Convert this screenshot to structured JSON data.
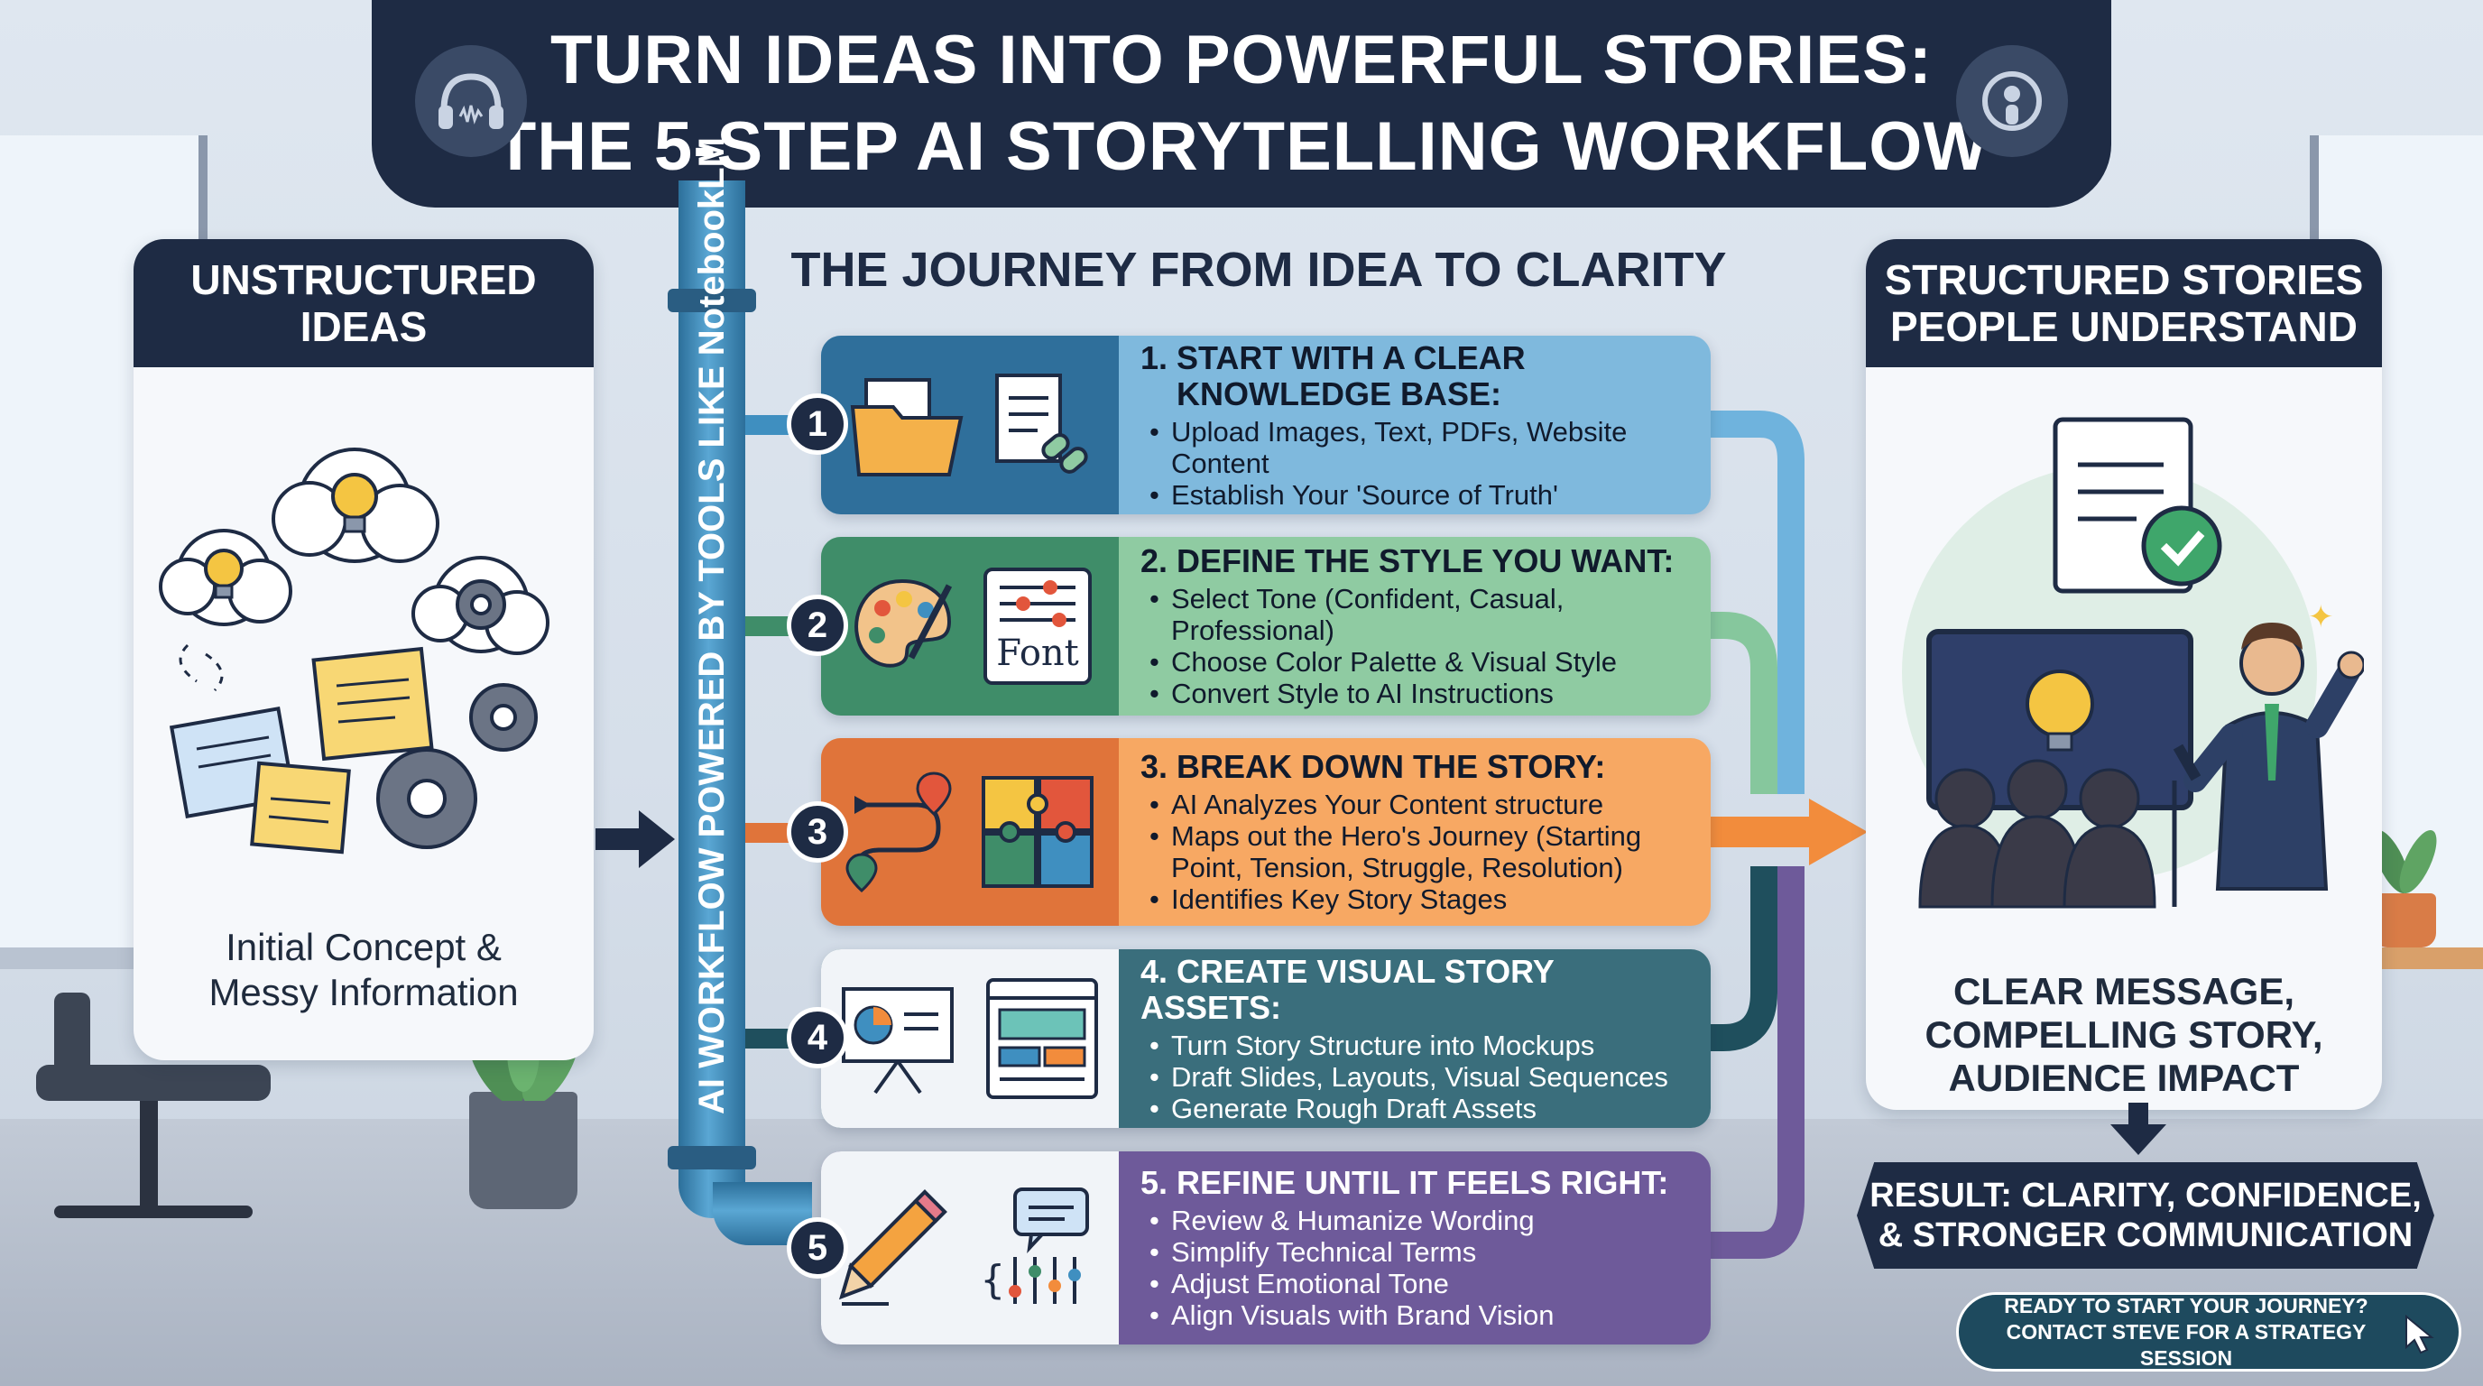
{
  "header": {
    "title_line1": "TURN IDEAS INTO POWERFUL STORIES:",
    "title_line2": "THE 5-STEP AI STORYTELLING WORKFLOW"
  },
  "left_panel": {
    "title_line1": "UNSTRUCTURED",
    "title_line2": "IDEAS",
    "caption_line1": "Initial Concept &",
    "caption_line2": "Messy Information",
    "icons": [
      "lightbulb-icon",
      "gear-icon",
      "sticky-note-icon"
    ]
  },
  "pipe_label": "AI WORKFLOW POWERED BY TOOLS LIKE NotebookLM",
  "journey_title": "THE JOURNEY FROM IDEA TO CLARITY",
  "steps": [
    {
      "number": "1",
      "title_line1": "1. START WITH A CLEAR",
      "title_line2": "KNOWLEDGE BASE:",
      "bullets": [
        "Upload Images, Text, PDFs, Website Content",
        "Establish Your 'Source of Truth'"
      ],
      "icons": [
        "folder-icon",
        "document-link-icon"
      ],
      "color": "#7fb9dd"
    },
    {
      "number": "2",
      "title_line1": "2. DEFINE THE STYLE YOU WANT:",
      "bullets": [
        "Select Tone (Confident, Casual, Professional)",
        "Choose Color Palette & Visual Style",
        "Convert Style to AI Instructions"
      ],
      "font_label": "Font",
      "icons": [
        "palette-icon",
        "sliders-font-icon"
      ],
      "color": "#8fcba2"
    },
    {
      "number": "3",
      "title_line1": "3. BREAK DOWN THE STORY:",
      "bullets": [
        "AI Analyzes Your Content structure",
        "Maps out the Hero's Journey (Starting",
        "Point, Tension, Struggle, Resolution)",
        "Identifies Key Story Stages"
      ],
      "icons": [
        "route-map-icon",
        "puzzle-icon"
      ],
      "color": "#f7a863"
    },
    {
      "number": "4",
      "title_line1": "4. CREATE VISUAL STORY ASSETS:",
      "bullets": [
        "Turn Story Structure into Mockups",
        "Draft Slides, Layouts, Visual Sequences",
        "Generate Rough Draft Assets"
      ],
      "icons": [
        "presentation-board-icon",
        "layout-window-icon"
      ],
      "color": "#3a6e7c"
    },
    {
      "number": "5",
      "title_line1": "5. REFINE UNTIL IT FEELS RIGHT:",
      "bullets": [
        "Review & Humanize Wording",
        "Simplify Technical Terms",
        "Adjust Emotional Tone",
        "Align Visuals with Brand Vision"
      ],
      "icons": [
        "pencil-icon",
        "chat-equalizer-icon"
      ],
      "color": "#6e5a9a"
    }
  ],
  "right_panel": {
    "title_line1": "STRUCTURED STORIES",
    "title_line2": "PEOPLE UNDERSTAND",
    "caption_line1": "CLEAR MESSAGE,",
    "caption_line2": "COMPELLING STORY,",
    "caption_line3": "AUDIENCE IMPACT",
    "icons": [
      "document-check-icon",
      "presenter-audience-icon"
    ]
  },
  "result": {
    "line1": "RESULT: CLARITY, CONFIDENCE,",
    "line2": "& STRONGER COMMUNICATION"
  },
  "cta": {
    "line1": "READY TO START YOUR JOURNEY?",
    "line2": "CONTACT STEVE FOR A STRATEGY SESSION"
  },
  "colors": {
    "navy": "#1e2b44",
    "pipe_blue": "#3f8fc0",
    "arrow_orange": "#f28c3c"
  }
}
